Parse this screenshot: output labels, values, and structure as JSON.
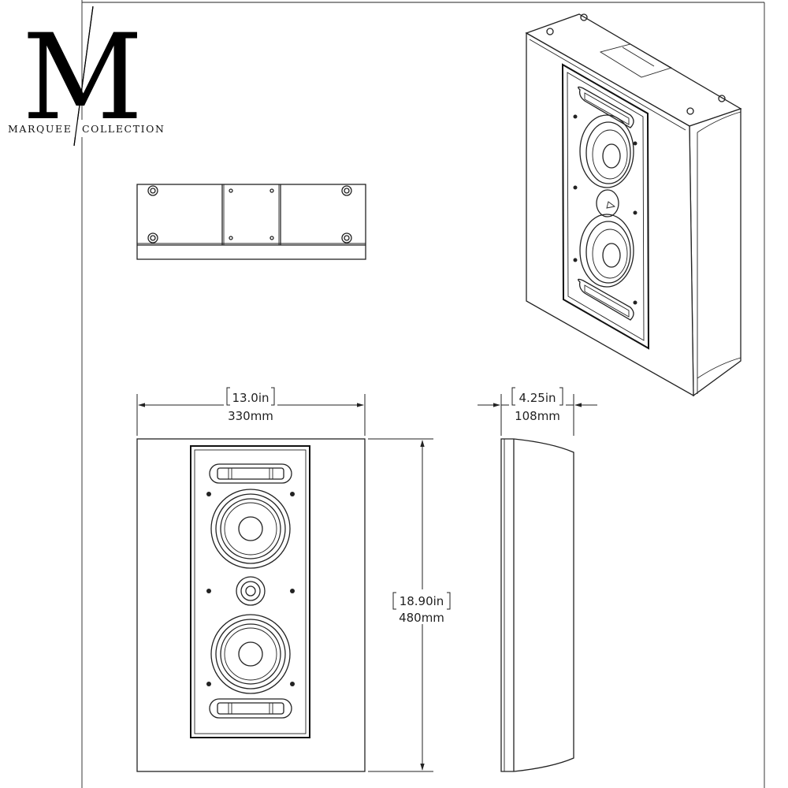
{
  "logo": {
    "monogram": "M",
    "left_word": "MARQUEE",
    "right_word": "COLLECTION"
  },
  "dimensions": {
    "width": {
      "inches": "13.0in",
      "mm": "330mm"
    },
    "height": {
      "inches": "18.90in",
      "mm": "480mm"
    },
    "depth": {
      "inches": "4.25in",
      "mm": "108mm"
    }
  }
}
